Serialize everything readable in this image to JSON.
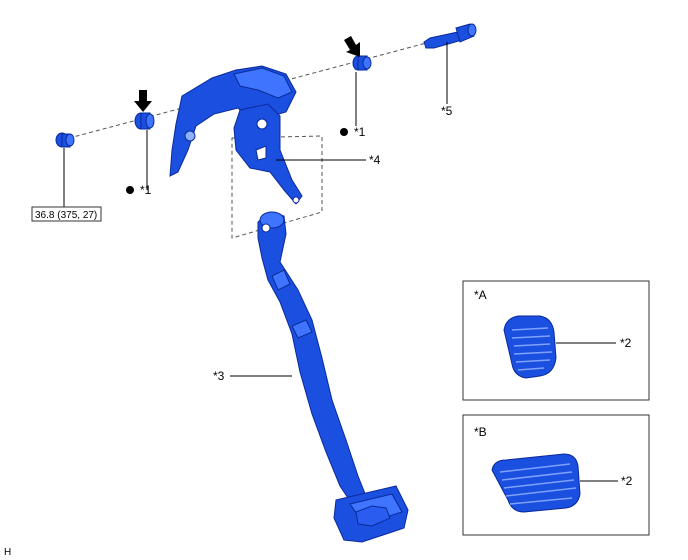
{
  "callouts": {
    "c1_left": "*1",
    "c1_right": "*1",
    "c2_a": "*2",
    "c2_b": "*2",
    "c3": "*3",
    "c4": "*4",
    "c5": "*5"
  },
  "torque": {
    "value": "36.8 (375, 27)"
  },
  "insets": {
    "a_label": "*A",
    "b_label": "*B"
  },
  "footer": {
    "code": "H"
  },
  "colors": {
    "part": "#1a4fe0",
    "part_light": "#3f74ff"
  },
  "icons": [
    "down-arrow-icon",
    "dot-icon"
  ]
}
